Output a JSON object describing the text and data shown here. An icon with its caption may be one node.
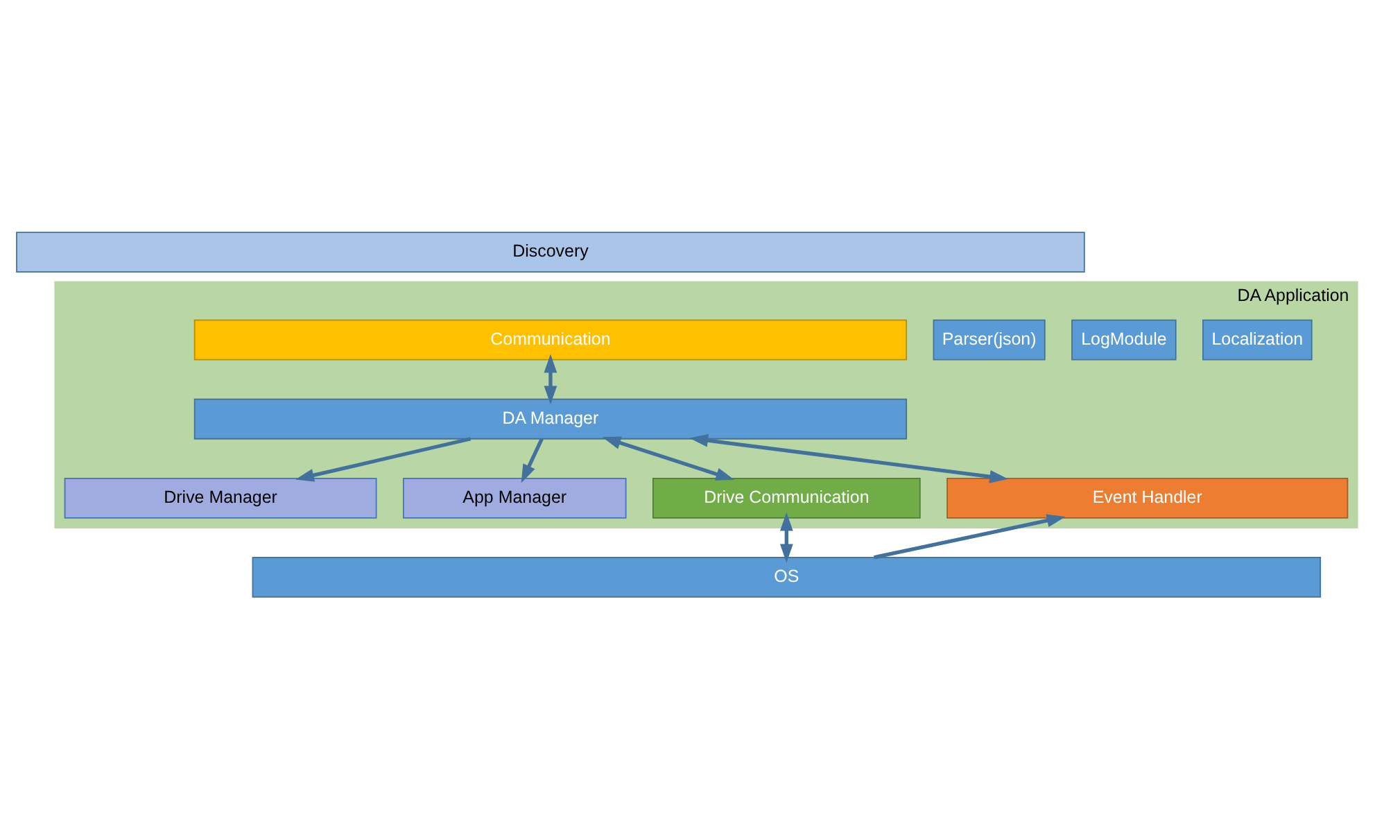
{
  "diagram": {
    "nodes": [
      {
        "text": [
          "Discovery"
        ]
      },
      {
        "text": [
          "DA Application"
        ]
      },
      {
        "text": [
          "Communication"
        ],
        "in": 1
      },
      {
        "text": [
          "DA Manager"
        ],
        "in": 1
      },
      {
        "text": [
          "Drive Manager"
        ],
        "in": 1
      },
      {
        "text": [
          "App Manager"
        ],
        "in": 1
      },
      {
        "text": [
          "Drive Communication"
        ],
        "in": 1
      },
      {
        "text": [
          "Event Handler"
        ],
        "in": 1
      },
      {
        "text": [
          "Parser(json)"
        ],
        "in": 1
      },
      {
        "text": [
          "LogModule"
        ],
        "in": 1
      },
      {
        "text": [
          "Localization"
        ],
        "in": 1
      },
      {
        "text": [
          "OS"
        ]
      }
    ],
    "edges": [
      {
        "from": 2,
        "to": 3,
        "arrow": "both"
      },
      {
        "from": 3,
        "to": 4,
        "arrow": "to"
      },
      {
        "from": 3,
        "to": 5,
        "arrow": "to"
      },
      {
        "from": 3,
        "to": 6,
        "arrow": "both"
      },
      {
        "from": 3,
        "to": 7,
        "arrow": "both"
      },
      {
        "from": 6,
        "to": 11,
        "arrow": "both"
      },
      {
        "from": 11,
        "to": 7,
        "arrow": "to"
      }
    ]
  }
}
